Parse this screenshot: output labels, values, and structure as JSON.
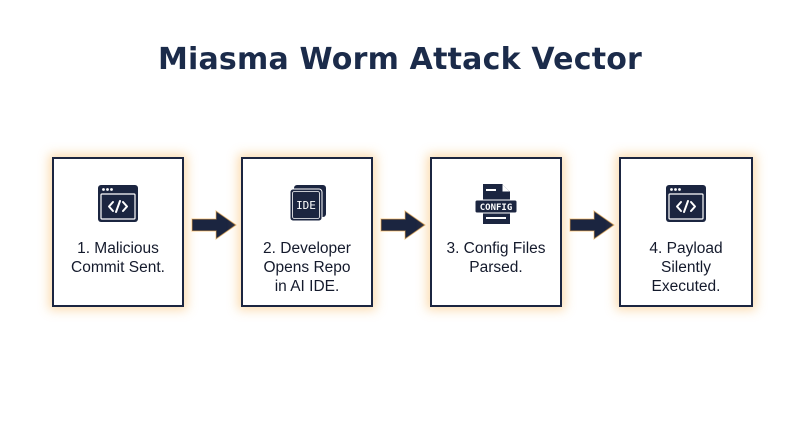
{
  "title": "Miasma Worm Attack Vector",
  "colors": {
    "navy": "#1b2540",
    "title": "#1b2b4a",
    "glow": "#f7b250"
  },
  "steps": [
    {
      "icon": "code-window-icon",
      "lines": [
        "1. Malicious",
        "Commit Sent."
      ]
    },
    {
      "icon": "ide-icon",
      "icon_text": "IDE",
      "lines": [
        "2. Developer",
        "Opens Repo",
        "in AI IDE."
      ]
    },
    {
      "icon": "config-file-icon",
      "icon_text": "CONFIG",
      "lines": [
        "3. Config Files",
        "Parsed."
      ]
    },
    {
      "icon": "code-window-icon",
      "lines": [
        "4. Payload",
        "Silently",
        "Executed."
      ]
    }
  ]
}
